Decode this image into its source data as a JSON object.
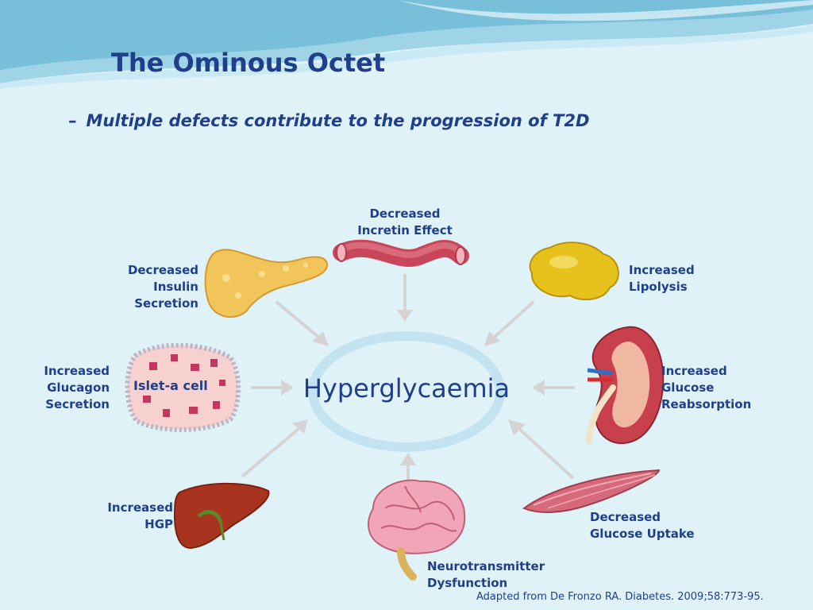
{
  "title": "The Ominous Octet",
  "subtitle": {
    "dash": "–",
    "text": "Multiple defects contribute to the progression of T2D"
  },
  "center_label": "Hyperglycaemia",
  "islet_label": "Islet-a cell",
  "labels": {
    "incretin": [
      "Decreased",
      "Incretin Effect"
    ],
    "insulin": [
      "Decreased",
      "Insulin",
      "Secretion"
    ],
    "lipolysis": [
      "Increased",
      "Lipolysis"
    ],
    "glucagon": [
      "Increased",
      "Glucagon",
      "Secretion"
    ],
    "reabsorption": [
      "Increased",
      "Glucose",
      "Reabsorption"
    ],
    "hgp": [
      "Increased",
      "HGP"
    ],
    "uptake": [
      "Decreased",
      "Glucose Uptake"
    ],
    "neuro": [
      "Neurotransmitter",
      "Dysfunction"
    ]
  },
  "citation": "Adapted from De Fronzo RA. Diabetes. 2009;58:773-95.",
  "colors": {
    "text": "#1f3f8a",
    "arrow": "#d6d3d3",
    "ring": "#c4e3f1",
    "wave_dark": "#8fc9df",
    "wave_light": "#bfe4f1"
  },
  "icons": [
    "pancreas-icon",
    "intestine-icon",
    "adipose-icon",
    "islet-cell-icon",
    "kidney-icon",
    "liver-icon",
    "brain-icon",
    "muscle-icon"
  ]
}
